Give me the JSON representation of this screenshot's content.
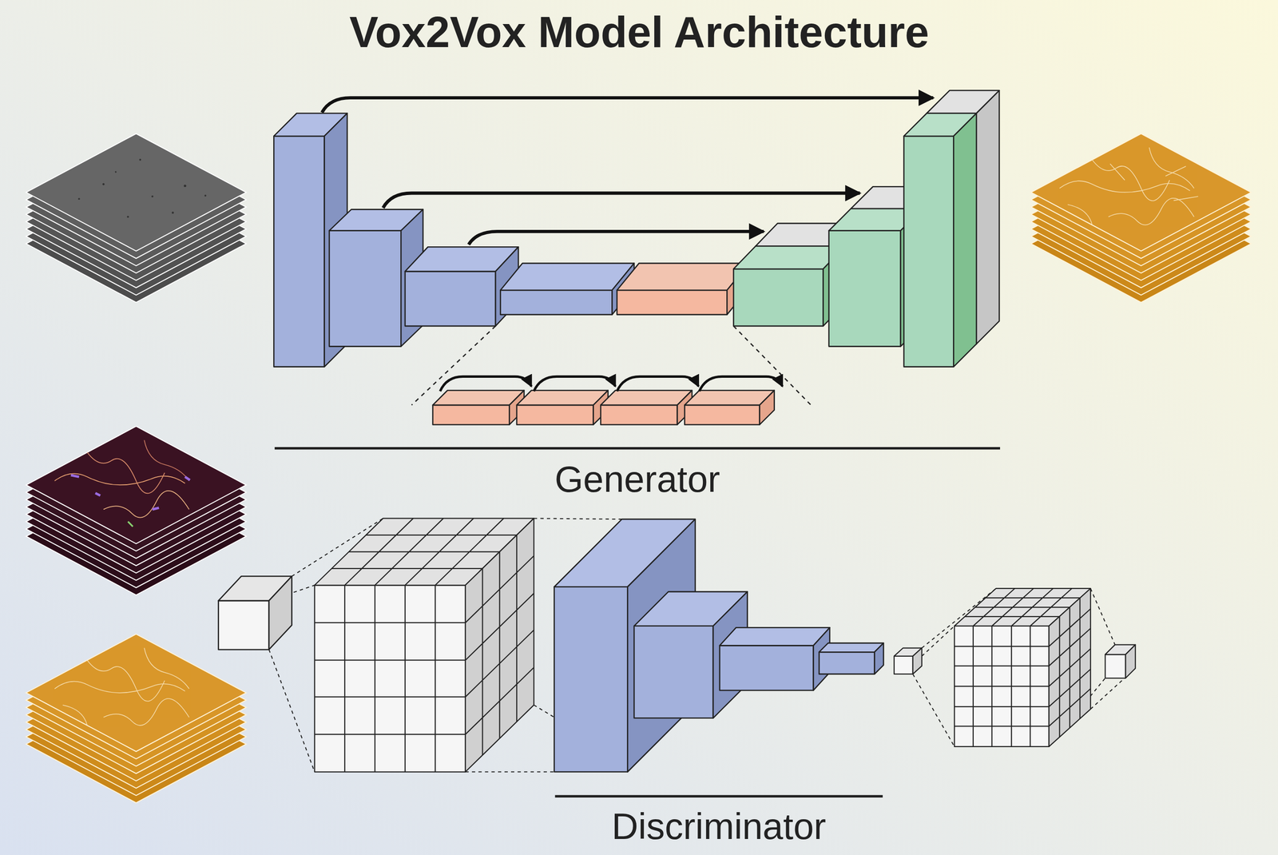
{
  "diagram": {
    "title": "Vox2Vox Model Architecture",
    "labels": [
      "Generator",
      "Discriminator"
    ]
  }
}
